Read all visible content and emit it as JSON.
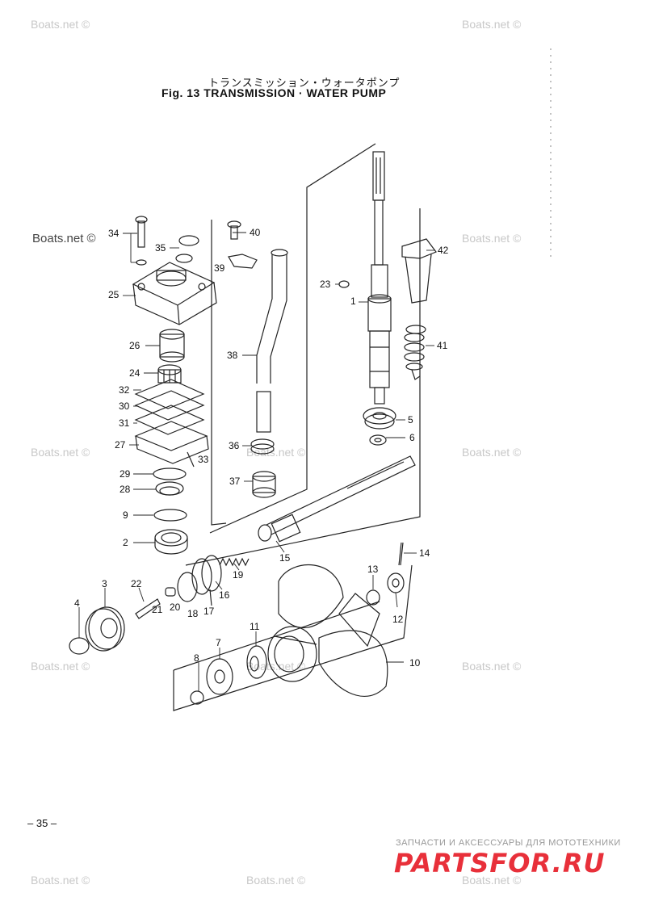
{
  "watermarks": [
    "Boats.net ©",
    "Boats.net ©",
    "Boats.net ©",
    "Boats.net ©",
    "Boats.net ©",
    "Boats.net ©",
    "Boats.net ©",
    "Boats.net ©",
    "Boats.net ©",
    "Boats.net ©",
    "Boats.net ©",
    "Boats.net ©",
    "Boats.net ©"
  ],
  "title": {
    "japanese": "トランスミッション・ウォータポンプ",
    "english": "Fig. 13    TRANSMISSION · WATER PUMP"
  },
  "callouts": {
    "c34": "34",
    "c35": "35",
    "c40": "40",
    "c39": "39",
    "c42": "42",
    "c23": "23",
    "c1": "1",
    "c25": "25",
    "c26": "26",
    "c38": "38",
    "c41": "41",
    "c24": "24",
    "c32": "32",
    "c30": "30",
    "c31": "31",
    "c5": "5",
    "c27": "27",
    "c33": "33",
    "c36": "36",
    "c6": "6",
    "c29": "29",
    "c28": "28",
    "c37": "37",
    "c9": "9",
    "c2": "2",
    "c15": "15",
    "c14": "14",
    "c19": "19",
    "c22": "22",
    "c3": "3",
    "c13": "13",
    "c16": "16",
    "c17": "17",
    "c18": "18",
    "c20": "20",
    "c21": "21",
    "c4": "4",
    "c12": "12",
    "c11": "11",
    "c7": "7",
    "c8": "8",
    "c10": "10"
  },
  "page_number": "– 35 –",
  "footer": {
    "tagline": "ЗАПЧАСТИ И АКСЕССУАРЫ ДЛЯ МОТОТЕХНИКИ",
    "logo": "PARTSFOR.RU"
  },
  "colors": {
    "line": "#222222",
    "watermark": "#c8c8c8",
    "logo": "#e8303a"
  }
}
